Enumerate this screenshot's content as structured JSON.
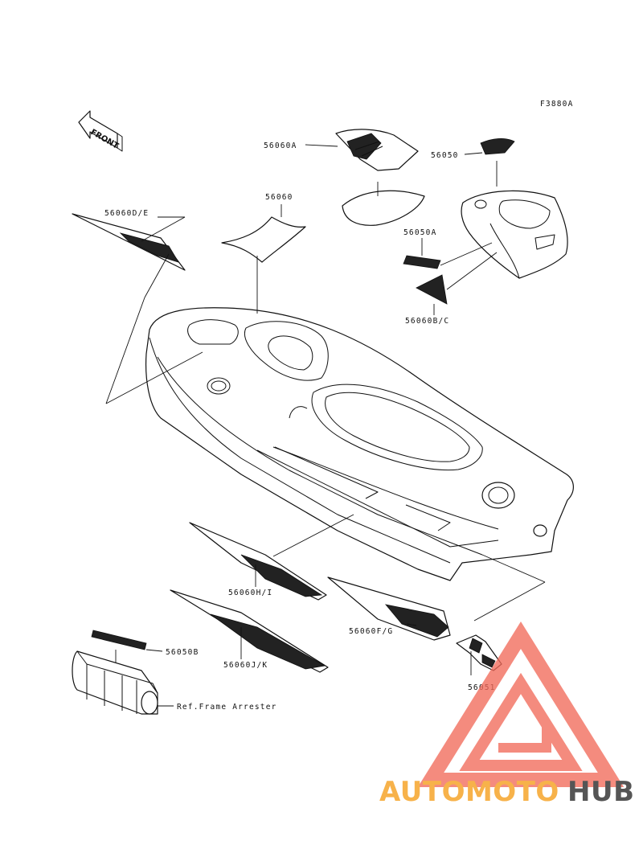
{
  "diagram_code": "F3880A",
  "front_label": "FRONT",
  "parts": {
    "p56060a": "56060A",
    "p56050": "56050",
    "p56060": "56060",
    "p56060de": "56060D/E",
    "p56050a": "56050A",
    "p56060bc": "56060B/C",
    "p56060hi": "56060H/I",
    "p56060fg": "56060F/G",
    "p56060jk": "56060J/K",
    "p56050b": "56050B",
    "p56051": "56051",
    "ref_frame": "Ref.Frame Arrester"
  },
  "watermark": {
    "part1": "AUTOMOTO",
    "part2": "HUB",
    "color_primary": "#f26b5b",
    "color_secondary": "#f7b24a",
    "color_dark": "#555555"
  }
}
